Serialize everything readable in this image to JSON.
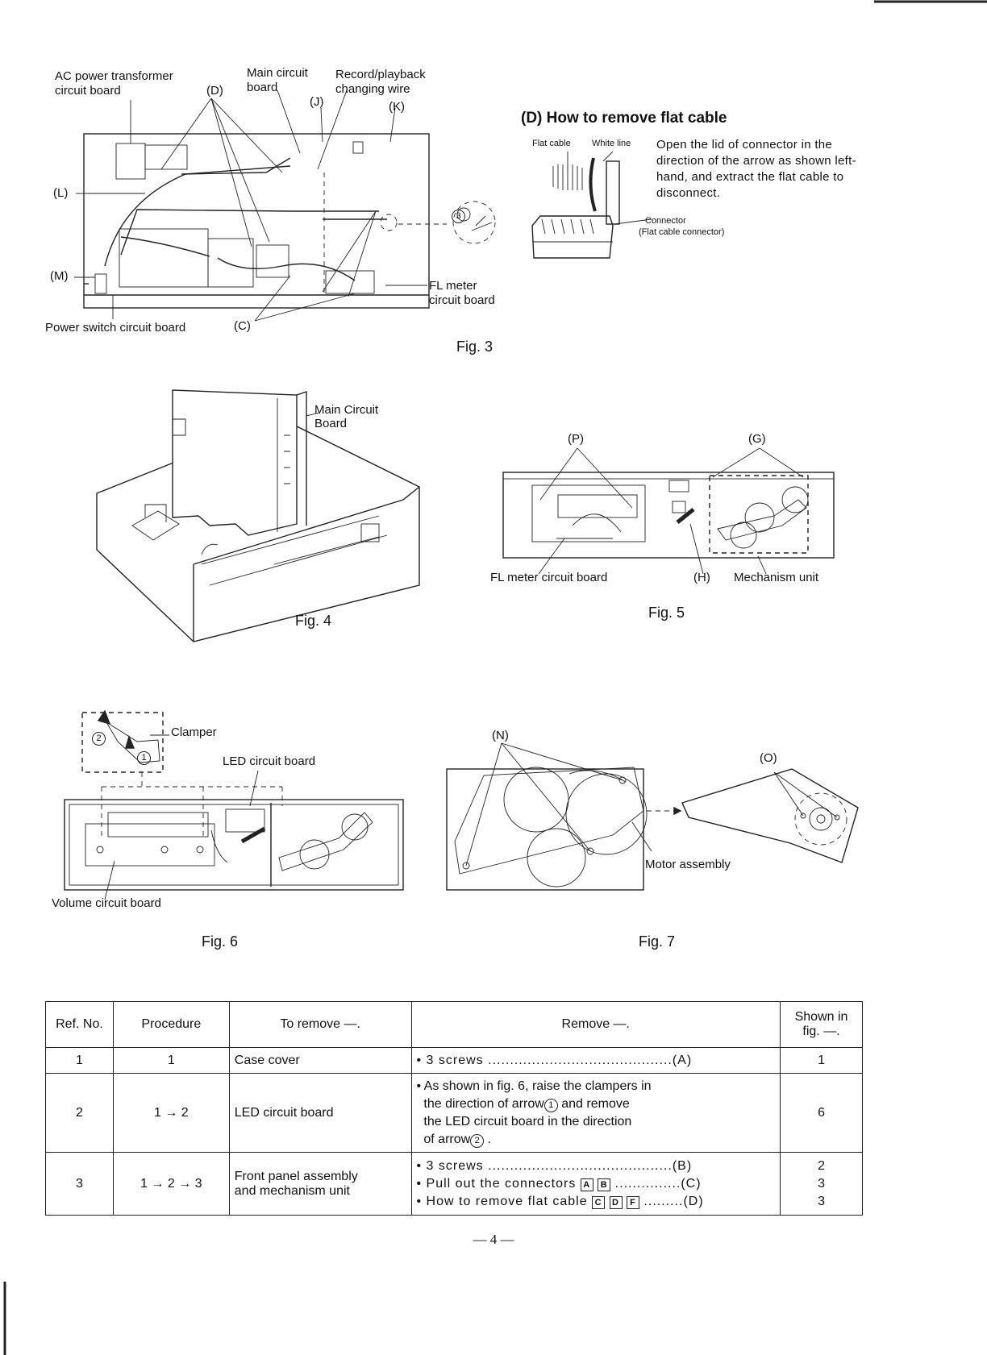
{
  "fig3": {
    "caption": "Fig. 3",
    "labels": {
      "ac_transformer": "AC power transformer",
      "ac_transformer_2": "circuit board",
      "main_board": "Main circuit",
      "main_board_2": "board",
      "record_wire": "Record/playback",
      "record_wire_2": "changing wire",
      "d": "(D)",
      "j": "(J)",
      "k": "(K)",
      "l": "(L)",
      "m": "(M)",
      "c": "(C)",
      "power_switch": "Power switch circuit board",
      "fl_meter": "FL meter",
      "fl_meter_2": "circuit board",
      "three": "3"
    }
  },
  "flat_cable": {
    "title": "(D) How to remove flat cable",
    "flat_cable_label": "Flat cable",
    "white_line_label": "White line",
    "connector_label": "Connector",
    "connector_label_2": "(Flat cable connector)",
    "instruction": "Open the lid of connector in the direction of the arrow as shown left-hand, and extract the flat cable to disconnect."
  },
  "fig4": {
    "caption": "Fig. 4",
    "main_board": "Main Circuit",
    "main_board_2": "Board"
  },
  "fig5": {
    "caption": "Fig. 5",
    "p": "(P)",
    "g": "(G)",
    "h": "(H)",
    "fl_meter": "FL meter circuit board",
    "mechanism": "Mechanism unit"
  },
  "fig6": {
    "caption": "Fig. 6",
    "clamper": "Clamper",
    "led_board": "LED circuit board",
    "volume_board": "Volume circuit board",
    "one": "1",
    "two": "2"
  },
  "fig7": {
    "caption": "Fig. 7",
    "n": "(N)",
    "o": "(O)",
    "motor": "Motor assembly"
  },
  "table": {
    "headers": {
      "ref": "Ref. No.",
      "procedure": "Procedure",
      "to_remove": "To remove —.",
      "remove": "Remove —.",
      "shown": "Shown in",
      "shown_2": "fig. —."
    },
    "row1": {
      "ref": "1",
      "proc": "1",
      "to_remove": "Case cover",
      "remove": "• 3 screws ..........................................(A)",
      "fig": "1"
    },
    "row2": {
      "ref": "2",
      "proc": "1 → 2",
      "to_remove": "LED circuit board",
      "line1": "• As shown in fig. 6, raise the clampers in",
      "line2a": "the direction of arrow",
      "arrow1": "1",
      "line2b": " and remove",
      "line3": "the LED circuit board in the direction",
      "line4a": "of arrow",
      "arrow2": "2",
      "line4b": " .",
      "fig": "6"
    },
    "row3": {
      "ref": "3",
      "proc": "1 → 2 → 3",
      "to_remove": "Front panel assembly",
      "to_remove_2": "and mechanism unit",
      "r1": "• 3 screws ..........................................(B)",
      "r2a": "• Pull out the connectors",
      "box_a": "A",
      "box_b": "B",
      "r2b": " ...............(C)",
      "r3a": "• How to remove flat cable",
      "box_c": "C",
      "box_d": "D",
      "box_f": "F",
      "r3b": " .........(D)",
      "fig1": "2",
      "fig2": "3",
      "fig3": "3"
    }
  },
  "page_number": "— 4 —"
}
